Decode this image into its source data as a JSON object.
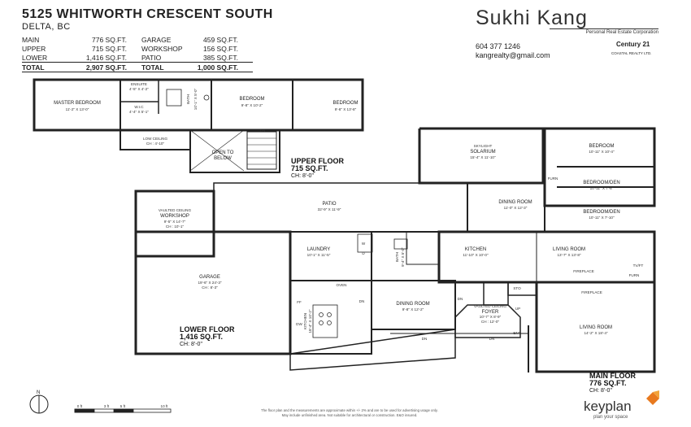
{
  "header": {
    "address": "5125 WHITWORTH CRESCENT SOUTH",
    "city": "DELTA, BC"
  },
  "areas": {
    "rows": [
      {
        "a_label": "MAIN",
        "a_value": "776 SQ.FT.",
        "b_label": "GARAGE",
        "b_value": "459 SQ.FT."
      },
      {
        "a_label": "UPPER",
        "a_value": "715 SQ.FT.",
        "b_label": "WORKSHOP",
        "b_value": "156 SQ.FT."
      },
      {
        "a_label": "LOWER",
        "a_value": "1,416 SQ.FT.",
        "b_label": "PATIO",
        "b_value": "385 SQ.FT."
      }
    ],
    "total": {
      "a_label": "TOTAL",
      "a_value": "2,907 SQ.FT.",
      "b_label": "TOTAL",
      "b_value": "1,000 SQ.FT."
    }
  },
  "agent": {
    "name": "Sukhi Kang",
    "title": "Personal Real Estate Corporation",
    "phone": "604 377 1246",
    "email": "kangrealty@gmail.com",
    "brokerage": "Century 21",
    "brokerage_sub": "COASTAL REALTY LTD."
  },
  "rooms": {
    "master_bedroom": {
      "name": "MASTER BEDROOM",
      "dim": "11'-2\"  X  13'-0\""
    },
    "ensuite": {
      "name": "ENSUITE",
      "dim": "4'-5\" X 4'-2\""
    },
    "wic": {
      "name": "W.I.C",
      "dim": "4'-4\" X 5'-1\""
    },
    "bath_upper": {
      "name": "BATH",
      "dim": "10'-1\" X 5'-0\""
    },
    "bedroom_up1": {
      "name": "BEDROOM",
      "dim": "9'-8\"  X  10'-2\""
    },
    "bedroom_up2": {
      "name": "BEDROOM",
      "dim": "9'-6\"  X  13'-8\""
    },
    "low_ceiling": {
      "name": "LOW CEILING",
      "dim": "CH : 4'-10\""
    },
    "open_to_below": {
      "line1": "OPEN TO",
      "line2": "BELOW"
    },
    "skylight": {
      "line1": "SKYLIGHT",
      "line2": "SOLARIUM",
      "dim": "15'-4\"  X  11'-10\""
    },
    "bedroom_main1": {
      "name": "BEDROOM",
      "dim": "10'-11\"  X  10'-4\""
    },
    "bedroom_den1": {
      "name": "BEDROOM/DEN",
      "dim": "10'-11\"  X  7'-8\""
    },
    "bedroom_den2": {
      "name": "BEDROOM/DEN",
      "dim": "10'-11\"  X  7'-10\""
    },
    "patio": {
      "name": "PATIO",
      "dim": "32'-9\"  X  11'-9\""
    },
    "dining_upper": {
      "name": "DINING ROOM",
      "dim": "11'-0\"  X  12'-3\""
    },
    "workshop": {
      "line1": "VAULTED CEILING",
      "line2": "WORKSHOP",
      "dim": "9'-5\"  X  14'-7\"",
      "ch": "CH : 10'-1\""
    },
    "laundry": {
      "name": "LAUNDRY",
      "dim": "10'-1\"  X  11'-5\""
    },
    "bath_lower": {
      "name": "BATH",
      "dim": "9'-4\" X 5'-0\""
    },
    "kitchen_main": {
      "name": "KITCHEN",
      "dim": "11'-10\"  X  10'-0\""
    },
    "living_main": {
      "name": "LIVING ROOM",
      "dim": "13'-7\"  X  13'-8\""
    },
    "garage": {
      "name": "GARAGE",
      "dim": "19'-6\"  X  24'-3\"",
      "ch": "CH : 8'-3\""
    },
    "kitchen_lower": {
      "name": "KITCHEN",
      "dim": "18'-4\" X 10'-2\""
    },
    "dining_lower": {
      "name": "DINING ROOM",
      "dim": "9'-8\"  X  12'-2\""
    },
    "foyer": {
      "line1": "VAULTED CEILING",
      "line2": "FOYER",
      "dim": "10'-7\"  X  8'-9\"",
      "ch": "CH : 12'-0\""
    },
    "living_lower": {
      "name": "LIVING ROOM",
      "dim": "14'-2\"  X  18'-4\""
    }
  },
  "tags": {
    "dn": "DN",
    "up": "UP",
    "ent": "ENT",
    "sto": "STO",
    "furn": "FURN",
    "fireplace": "FIREPLACE",
    "oven": "OVEN",
    "w": "W",
    "d": "D",
    "ff": "FF",
    "dw": "DW",
    "tv": "TV/FT",
    "bath": "BATH"
  },
  "floors": {
    "upper": {
      "name": "UPPER FLOOR",
      "area": "715 SQ.FT.",
      "ch": "CH: 8'-0\""
    },
    "lower": {
      "name": "LOWER FLOOR",
      "area": "1,416 SQ.FT.",
      "ch": "CH: 8'-0\""
    },
    "main": {
      "name": "MAIN FLOOR",
      "area": "776 SQ.FT.",
      "ch": "CH: 8'-0\""
    }
  },
  "scale": {
    "north": "N",
    "labels": [
      "0 ft",
      "3 ft",
      "5 ft",
      "10 ft"
    ]
  },
  "footer": {
    "disclaimer_1": "The floor plan and the measurements are approximate within +/- 2% and are to be used for advertising usage only.",
    "disclaimer_2": "May include unfinished area. Not suitable for architectural or construction. E&O insured.",
    "brand": "keyplan",
    "brand_sub": "plan your space"
  }
}
